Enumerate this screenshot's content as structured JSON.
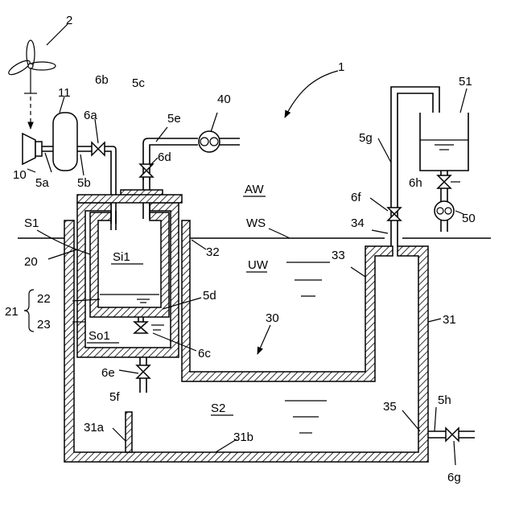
{
  "labels": {
    "n1": "1",
    "n2": "2",
    "n10": "10",
    "n11": "11",
    "n5a": "5a",
    "n5b": "5b",
    "n6a": "6a",
    "n6b": "6b",
    "n5c": "5c",
    "n5e": "5e",
    "n40": "40",
    "n6d": "6d",
    "AW": "AW",
    "WS": "WS",
    "UW": "UW",
    "S1": "S1",
    "n20": "20",
    "n21": "21",
    "n22": "22",
    "n23": "23",
    "Si1": "Si1",
    "So1": "So1",
    "n32": "32",
    "n33": "33",
    "n34": "34",
    "n5d": "5d",
    "n6c": "6c",
    "n30": "30",
    "n31": "31",
    "n6e": "6e",
    "n5f": "5f",
    "S2": "S2",
    "n31a": "31a",
    "n31b": "31b",
    "n35": "35",
    "n5h": "5h",
    "n6g": "6g",
    "n5g": "5g",
    "n6f": "6f",
    "n6h": "6h",
    "n50": "50",
    "n51": "51"
  }
}
